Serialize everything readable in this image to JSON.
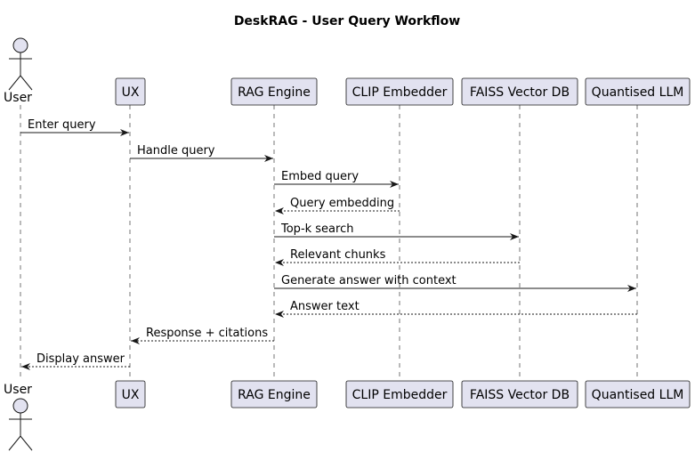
{
  "diagram": {
    "title": "DeskRAG - User Query Workflow",
    "participants": [
      {
        "id": "user",
        "label": "User",
        "kind": "actor"
      },
      {
        "id": "ux",
        "label": "UX",
        "kind": "participant"
      },
      {
        "id": "rag",
        "label": "RAG Engine",
        "kind": "participant"
      },
      {
        "id": "clip",
        "label": "CLIP Embedder",
        "kind": "participant"
      },
      {
        "id": "faiss",
        "label": "FAISS Vector DB",
        "kind": "participant"
      },
      {
        "id": "llm",
        "label": "Quantised LLM",
        "kind": "participant"
      }
    ],
    "messages": [
      {
        "from": "user",
        "to": "ux",
        "label": "Enter query",
        "style": "solid"
      },
      {
        "from": "ux",
        "to": "rag",
        "label": "Handle query",
        "style": "solid"
      },
      {
        "from": "rag",
        "to": "clip",
        "label": "Embed query",
        "style": "solid"
      },
      {
        "from": "clip",
        "to": "rag",
        "label": "Query embedding",
        "style": "dashed"
      },
      {
        "from": "rag",
        "to": "faiss",
        "label": "Top-k search",
        "style": "solid"
      },
      {
        "from": "faiss",
        "to": "rag",
        "label": "Relevant chunks",
        "style": "dashed"
      },
      {
        "from": "rag",
        "to": "llm",
        "label": "Generate answer with context",
        "style": "solid"
      },
      {
        "from": "llm",
        "to": "rag",
        "label": "Answer text",
        "style": "dashed"
      },
      {
        "from": "rag",
        "to": "ux",
        "label": "Response + citations",
        "style": "dashed"
      },
      {
        "from": "ux",
        "to": "user",
        "label": "Display answer",
        "style": "dashed"
      }
    ]
  }
}
